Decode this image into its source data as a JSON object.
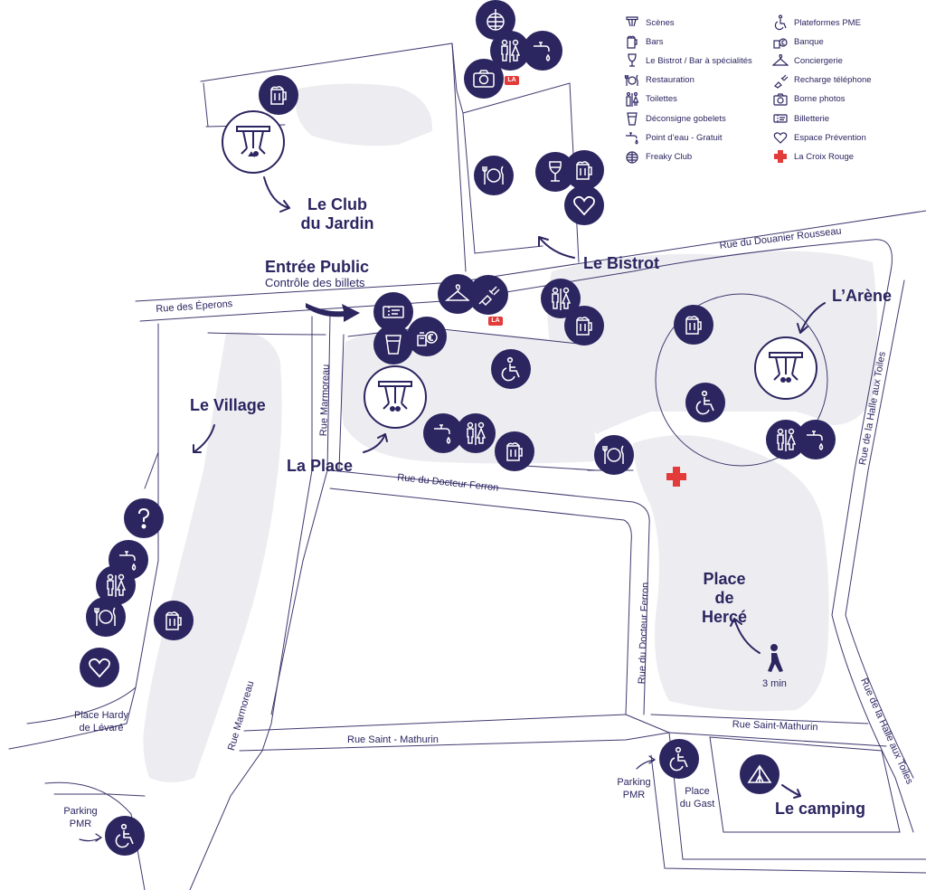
{
  "zones": {
    "club_jardin": "Le Club\ndu Jardin",
    "entree_public": "Entrée Public",
    "controle": "Contrôle des billets",
    "bistrot": "Le Bistrot",
    "arene": "L’Arène",
    "village": "Le Village",
    "la_place": "La Place",
    "place_herce": "Place\nde Hercé",
    "camping": "Le camping"
  },
  "places": {
    "hardy": "Place Hardy\nde Lévaré",
    "gast": "Place\ndu Gast",
    "parking_left": "Parking\nPMR",
    "parking_right": "Parking\nPMR",
    "walk_time": "3 min"
  },
  "streets": {
    "eperons": "Rue des Éperons",
    "douanier": "Rue du Douanier Rousseau",
    "marmoreau_top": "Rue Marmoreau",
    "docteur_ferron": "Rue du Docteur Ferron",
    "docteur_ferron_v": "Rue du Docteur Ferron",
    "halle_top": "Rue de la Halle aux Toiles",
    "halle_bottom": "Rue de la Halle aux Toiles",
    "marmoreau_bottom": "Rue Marmoreau",
    "saint_mathurin_left": "Rue Saint - Mathurin",
    "saint_mathurin_right": "Rue Saint-Mathurin"
  },
  "badge": "LA",
  "legend": {
    "left": [
      {
        "icon": "stage-icon",
        "label": "Scènes"
      },
      {
        "icon": "beer-icon",
        "label": "Bars"
      },
      {
        "icon": "wine-glass-icon",
        "label": "Le Bistrot / Bar à spécialités"
      },
      {
        "icon": "restaurant-icon",
        "label": "Restauration"
      },
      {
        "icon": "toilets-icon",
        "label": "Toilettes"
      },
      {
        "icon": "cup-icon",
        "label": "Déconsigne gobelets"
      },
      {
        "icon": "water-tap-icon",
        "label": "Point d’eau - Gratuit"
      },
      {
        "icon": "disco-ball-icon",
        "label": "Freaky Club"
      }
    ],
    "right": [
      {
        "icon": "wheelchair-icon",
        "label": "Plateformes PME"
      },
      {
        "icon": "bank-icon",
        "label": "Banque"
      },
      {
        "icon": "hanger-icon",
        "label": "Conciergerie"
      },
      {
        "icon": "phone-charge-icon",
        "label": "Recharge téléphone"
      },
      {
        "icon": "camera-icon",
        "label": "Borne photos"
      },
      {
        "icon": "ticket-icon",
        "label": "Billetterie"
      },
      {
        "icon": "heart-icon",
        "label": "Espace Prévention"
      },
      {
        "icon": "red-cross-icon",
        "label": "La Croix Rouge"
      }
    ]
  },
  "colors": {
    "navy": "#2b2560",
    "area_fill": "#ededf1",
    "street_line": "#2b2560",
    "red": "#e33a3a"
  }
}
